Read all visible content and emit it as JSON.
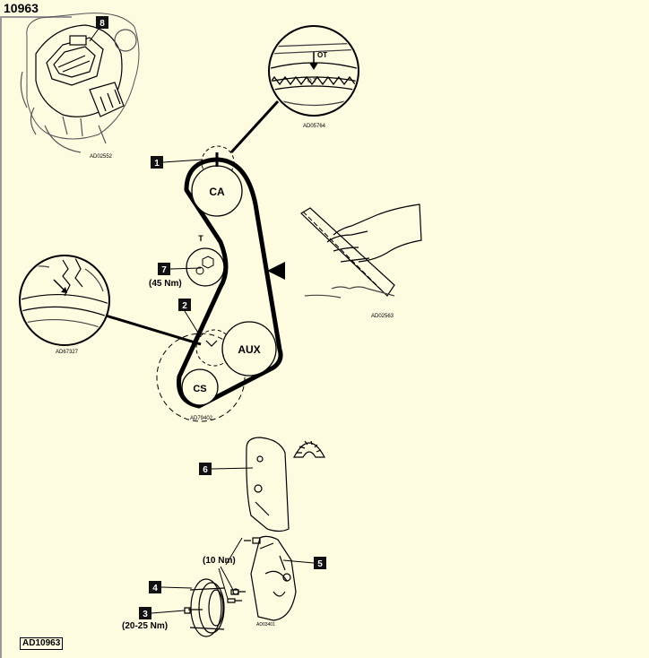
{
  "document": {
    "id": "10963",
    "footer_id": "AD10963"
  },
  "callouts": [
    {
      "num": "1"
    },
    {
      "num": "2"
    },
    {
      "num": "3",
      "torque": "(20-25 Nm)"
    },
    {
      "num": "4"
    },
    {
      "num": "5"
    },
    {
      "num": "6"
    },
    {
      "num": "7",
      "torque": "(45 Nm)"
    },
    {
      "num": "8"
    }
  ],
  "pulleys": {
    "camshaft": "CA",
    "auxiliary": "AUX",
    "crankshaft": "CS",
    "tensioner": "T"
  },
  "labels": {
    "torque_bolts": "(10 Nm)",
    "tdc_mark": "OT",
    "tdc_mark_lower": "O T"
  },
  "image_refs": {
    "sensor_detail": "AD02552",
    "cam_detail": "AD05764",
    "belt_hand": "AD02563",
    "crank_detail": "AD67327",
    "belt_layout": "AD79402",
    "cover_assembly": "AD03401"
  },
  "colors": {
    "background": "#fdfbe0",
    "ink": "#000000",
    "label_box": "#111111"
  }
}
